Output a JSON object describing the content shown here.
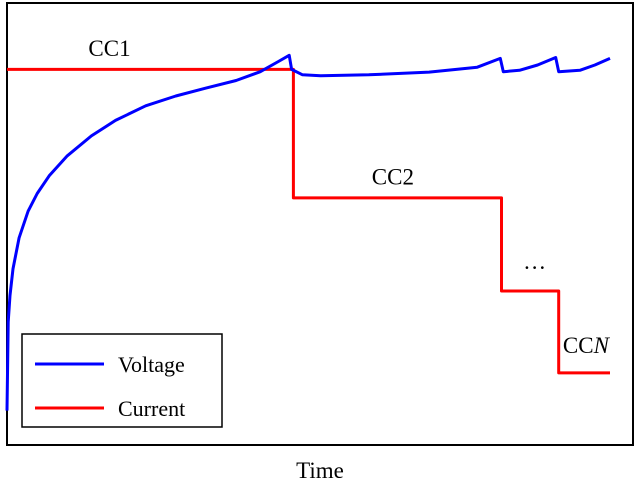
{
  "chart_data": {
    "type": "line",
    "title": "",
    "xlabel": "Time",
    "ylabel": "",
    "axis_ticks": false,
    "grid": false,
    "legend_position": "bottom-left",
    "series": [
      {
        "name": "Voltage",
        "color": "#0000ff",
        "points": [
          [
            0.0,
            0.08
          ],
          [
            0.002,
            0.28
          ],
          [
            0.005,
            0.34
          ],
          [
            0.01,
            0.4
          ],
          [
            0.02,
            0.47
          ],
          [
            0.035,
            0.53
          ],
          [
            0.05,
            0.57
          ],
          [
            0.07,
            0.61
          ],
          [
            0.1,
            0.655
          ],
          [
            0.14,
            0.7
          ],
          [
            0.18,
            0.735
          ],
          [
            0.23,
            0.768
          ],
          [
            0.28,
            0.79
          ],
          [
            0.33,
            0.808
          ],
          [
            0.38,
            0.825
          ],
          [
            0.42,
            0.845
          ],
          [
            0.45,
            0.868
          ],
          [
            0.468,
            0.882
          ],
          [
            0.472,
            0.85
          ],
          [
            0.49,
            0.838
          ],
          [
            0.52,
            0.836
          ],
          [
            0.6,
            0.838
          ],
          [
            0.7,
            0.844
          ],
          [
            0.78,
            0.855
          ],
          [
            0.818,
            0.875
          ],
          [
            0.823,
            0.845
          ],
          [
            0.85,
            0.848
          ],
          [
            0.88,
            0.86
          ],
          [
            0.91,
            0.877
          ],
          [
            0.915,
            0.845
          ],
          [
            0.95,
            0.848
          ],
          [
            0.975,
            0.86
          ],
          [
            1.0,
            0.875
          ]
        ]
      },
      {
        "name": "Current",
        "color": "#ff0000",
        "points": [
          [
            0.0,
            0.85
          ],
          [
            0.475,
            0.85
          ],
          [
            0.475,
            0.56
          ],
          [
            0.82,
            0.56
          ],
          [
            0.82,
            0.35
          ],
          [
            0.915,
            0.35
          ],
          [
            0.915,
            0.165
          ],
          [
            1.0,
            0.165
          ]
        ]
      }
    ],
    "annotations": [
      {
        "text": "CC1",
        "x": 0.17,
        "y": 0.88
      },
      {
        "text": "CC2",
        "x": 0.64,
        "y": 0.59
      },
      {
        "text": "…",
        "x": 0.875,
        "y": 0.4
      },
      {
        "text": "CC",
        "suffix": "N",
        "x": 0.96,
        "y": 0.21
      }
    ]
  }
}
